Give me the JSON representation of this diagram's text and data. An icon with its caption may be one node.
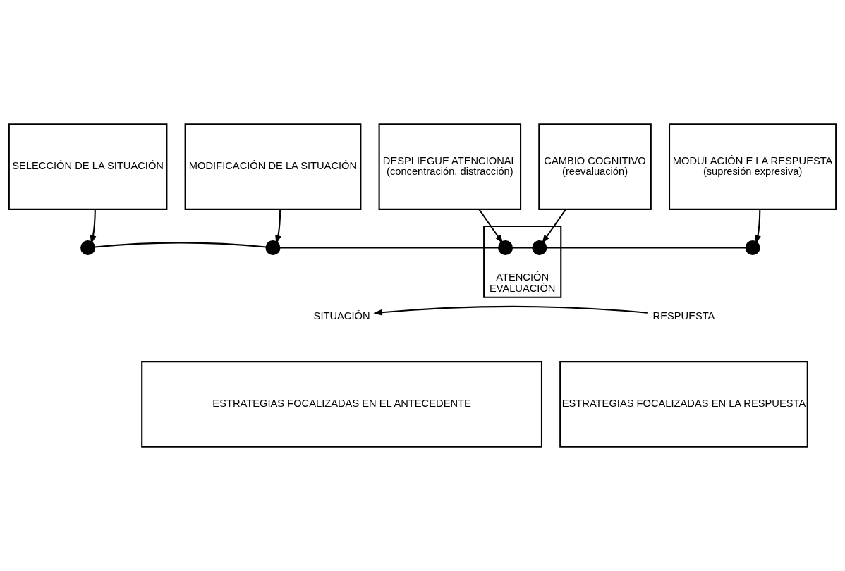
{
  "diagram": {
    "nodes": [
      {
        "text": [
          "SELECCIÓN DE LA SITUACIÓN"
        ]
      },
      {
        "text": [
          "MODIFICACIÓN DE LA SITUACIÓN"
        ]
      },
      {
        "text": [
          "DESPLIEGUE ATENCIONAL",
          "(concentración, distracción)"
        ]
      },
      {
        "text": [
          "CAMBIO COGNITIVO",
          "(reevaluación)"
        ]
      },
      {
        "text": [
          "MODULACIÓN E LA RESPUESTA",
          "(supresión expresiva)"
        ]
      },
      {
        "text": [],
        "shape": "circle"
      },
      {
        "text": [],
        "shape": "circle"
      },
      {
        "text": [
          "ATENCIÓN",
          "EVALUACIÓN"
        ]
      },
      {
        "text": [],
        "shape": "circle",
        "in": 7
      },
      {
        "text": [],
        "shape": "circle",
        "in": 7
      },
      {
        "text": [],
        "shape": "circle"
      },
      {
        "text": [
          "SITUACIÓN"
        ]
      },
      {
        "text": [
          "RESPUESTA"
        ]
      },
      {
        "text": [
          "ESTRATEGIAS FOCALIZADAS EN EL ANTECEDENTE"
        ]
      },
      {
        "text": [
          "ESTRATEGIAS FOCALIZADAS EN LA RESPUESTA"
        ]
      }
    ],
    "edges": [
      {
        "from": 0,
        "to": 5,
        "arrow": "to"
      },
      {
        "from": 1,
        "to": 6,
        "arrow": "to"
      },
      {
        "from": 2,
        "to": 8,
        "arrow": "to"
      },
      {
        "from": 3,
        "to": 9,
        "arrow": "to"
      },
      {
        "from": 4,
        "to": 10,
        "arrow": "to"
      },
      {
        "from": 5,
        "to": 6,
        "arrow": "none"
      },
      {
        "from": 6,
        "to": 8,
        "arrow": "none"
      },
      {
        "from": 8,
        "to": 9,
        "arrow": "none"
      },
      {
        "from": 9,
        "to": 10,
        "arrow": "none"
      },
      {
        "from": 12,
        "to": 11,
        "arrow": "to"
      }
    ]
  }
}
